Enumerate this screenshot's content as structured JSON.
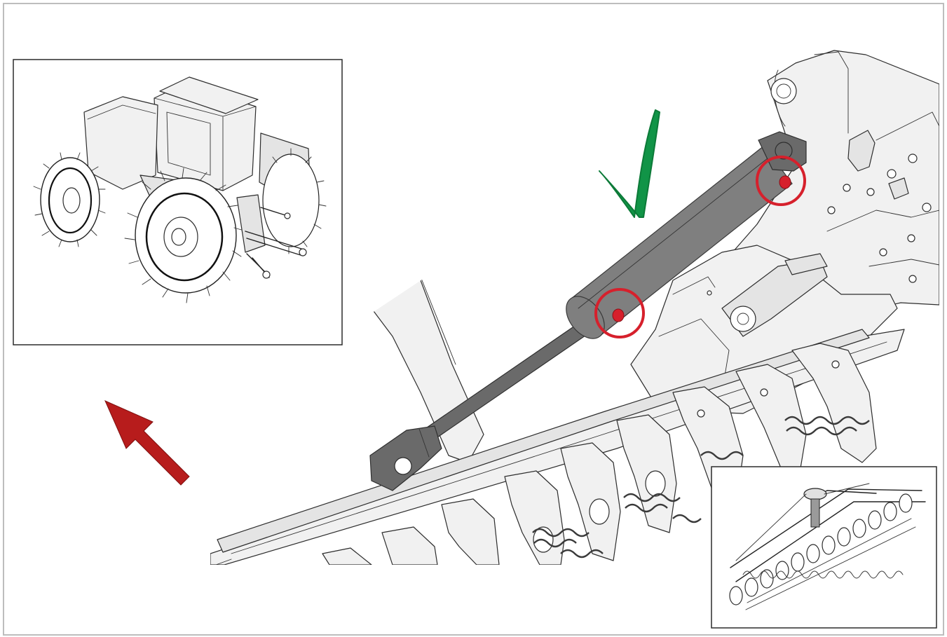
{
  "colors": {
    "check": "#119447",
    "arrow": "#b71c1c",
    "highlight": "#d6202c",
    "cylinder": "#7f7f7f",
    "outline": "#2d2d2d"
  },
  "icons": {
    "approval": "check-mark-icon",
    "direction": "arrow-up-left-icon"
  },
  "insets": [
    "tractor-illustration",
    "seeder-overview-illustration"
  ],
  "callouts": [
    "upper-pin-highlight",
    "middle-pin-highlight"
  ]
}
